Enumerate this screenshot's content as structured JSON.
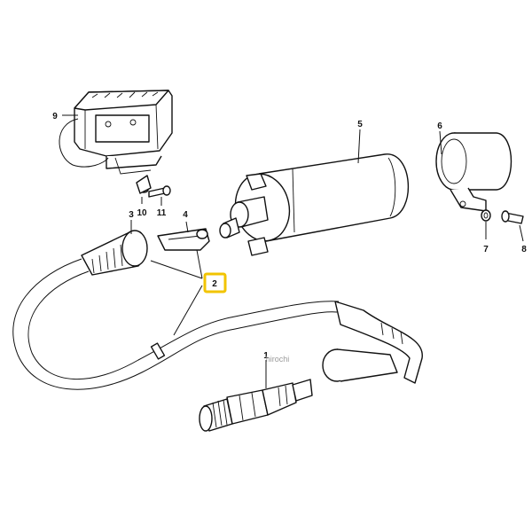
{
  "callouts": {
    "c1": "1",
    "c2": "2",
    "c3": "3",
    "c4": "4",
    "c5": "5",
    "c6": "6",
    "c7": "7",
    "c8": "8",
    "c9": "9",
    "c10": "10",
    "c11": "11"
  },
  "highlight_color": "#f2c400",
  "watermark": "hirochi"
}
